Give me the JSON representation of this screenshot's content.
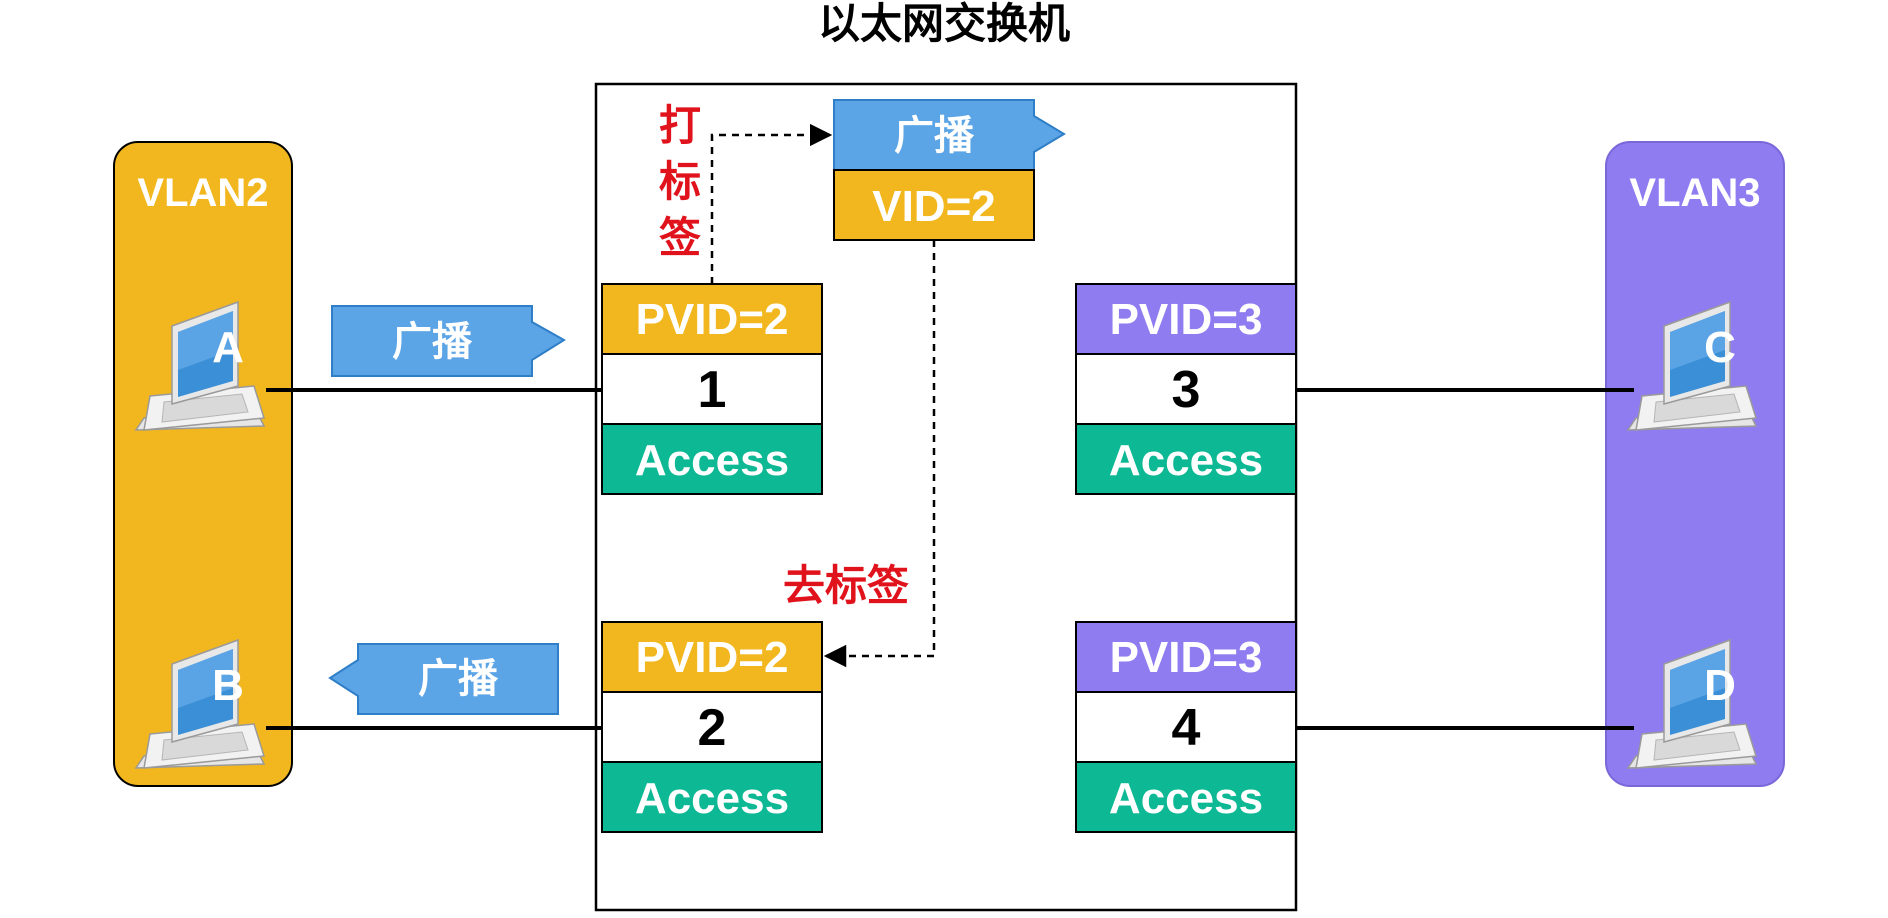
{
  "title": "以太网交换机",
  "groups": {
    "left": {
      "label": "VLAN2",
      "color": "#F2B71E"
    },
    "right": {
      "label": "VLAN3",
      "color": "#8E7CF0"
    }
  },
  "hosts": [
    {
      "id": "A",
      "label": "A"
    },
    {
      "id": "B",
      "label": "B"
    },
    {
      "id": "C",
      "label": "C"
    },
    {
      "id": "D",
      "label": "D"
    }
  ],
  "ports": [
    {
      "pvid": "PVID=2",
      "number": "1",
      "mode": "Access",
      "pvid_color": "#F2B71E"
    },
    {
      "pvid": "PVID=2",
      "number": "2",
      "mode": "Access",
      "pvid_color": "#F2B71E"
    },
    {
      "pvid": "PVID=3",
      "number": "3",
      "mode": "Access",
      "pvid_color": "#8E7CF0"
    },
    {
      "pvid": "PVID=3",
      "number": "4",
      "mode": "Access",
      "pvid_color": "#8E7CF0"
    }
  ],
  "frames": {
    "incoming": "广播",
    "tagged": "广播",
    "tagged_vid": "VID=2",
    "outgoing": "广播"
  },
  "annotations": {
    "tag": "打标签",
    "tag_chars": [
      "打",
      "标",
      "签"
    ],
    "untag": "去标签"
  },
  "colors": {
    "frame_blue": "#5BA4E6",
    "access_green": "#0DB894",
    "annotation_red": "#E0121B"
  },
  "icons": {
    "host": "laptop-icon",
    "arrow": "arrow-right-icon"
  }
}
